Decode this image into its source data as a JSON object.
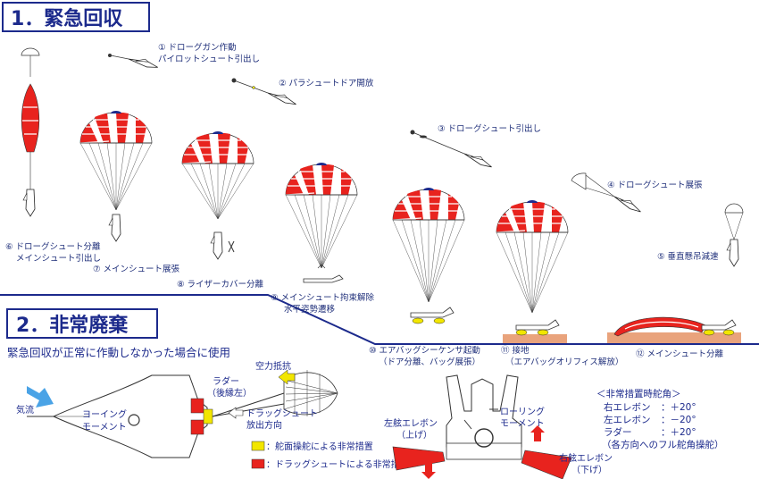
{
  "section1": {
    "title": "1．緊急回収"
  },
  "section2": {
    "title": "2．非常廃棄",
    "subtitle": "緊急回収が正常に作動しなかった場合に使用"
  },
  "steps": [
    {
      "line1": "① ドローグガン作動",
      "line2": "パイロットシュート引出し"
    },
    {
      "line1": "② パラシュートドア開放",
      "line2": ""
    },
    {
      "line1": "③ ドローグシュート引出し",
      "line2": ""
    },
    {
      "line1": "④ ドローグシュート展張",
      "line2": ""
    },
    {
      "line1": "⑤ 垂直懸吊減速",
      "line2": ""
    },
    {
      "line1": "⑥ ドローグシュート分離",
      "line2": "メインシュート引出し"
    },
    {
      "line1": "⑦ メインシュート展張",
      "line2": ""
    },
    {
      "line1": "⑧ ライザーカバー分離",
      "line2": ""
    },
    {
      "line1": "⑨ メインシュート拘束解除",
      "line2": "水平姿勢遷移"
    },
    {
      "line1": "⑩ エアバッグシーケンサ起動",
      "line2": "（ドア分離、バッグ展張）"
    },
    {
      "line1": "⑪ 接地",
      "line2": "（エアバッグオリフィス解放）"
    },
    {
      "line1": "⑫ メインシュート分離",
      "line2": ""
    }
  ],
  "emergency": {
    "airflow": "気流",
    "yawing": "ヨーイング",
    "moment": "モーメント",
    "rudder": "ラダー",
    "rudder_sub": "（後縁左）",
    "air_drag": "空力抵抗",
    "drag_release": "ドラッグシュート",
    "drag_release2": "放出方向",
    "legend_yellow": "：舵面操舵による非常措置",
    "legend_red": "：ドラッグシュートによる非常措置",
    "left_elevon": "左舷エレボン",
    "left_elevon_sub": "（上げ）",
    "rolling": "ローリング",
    "rolling_moment": "モーメント",
    "right_elevon": "右舷エレボン",
    "right_elevon_sub": "（下げ）"
  },
  "settings": {
    "title": "＜非常措置時舵角＞",
    "rows": [
      {
        "label": "右エレボン",
        "value": "：＋20°"
      },
      {
        "label": "左エレボン",
        "value": "：－20°"
      },
      {
        "label": "ラダー",
        "value": "：＋20°"
      }
    ],
    "note": "（各方向へのフル舵角操舵）"
  },
  "colors": {
    "red": "#e8231e",
    "yellow": "#f2e600",
    "navy": "#1c2a8c",
    "blue_text": "#1f2f7a",
    "ground": "#e9a37c"
  }
}
